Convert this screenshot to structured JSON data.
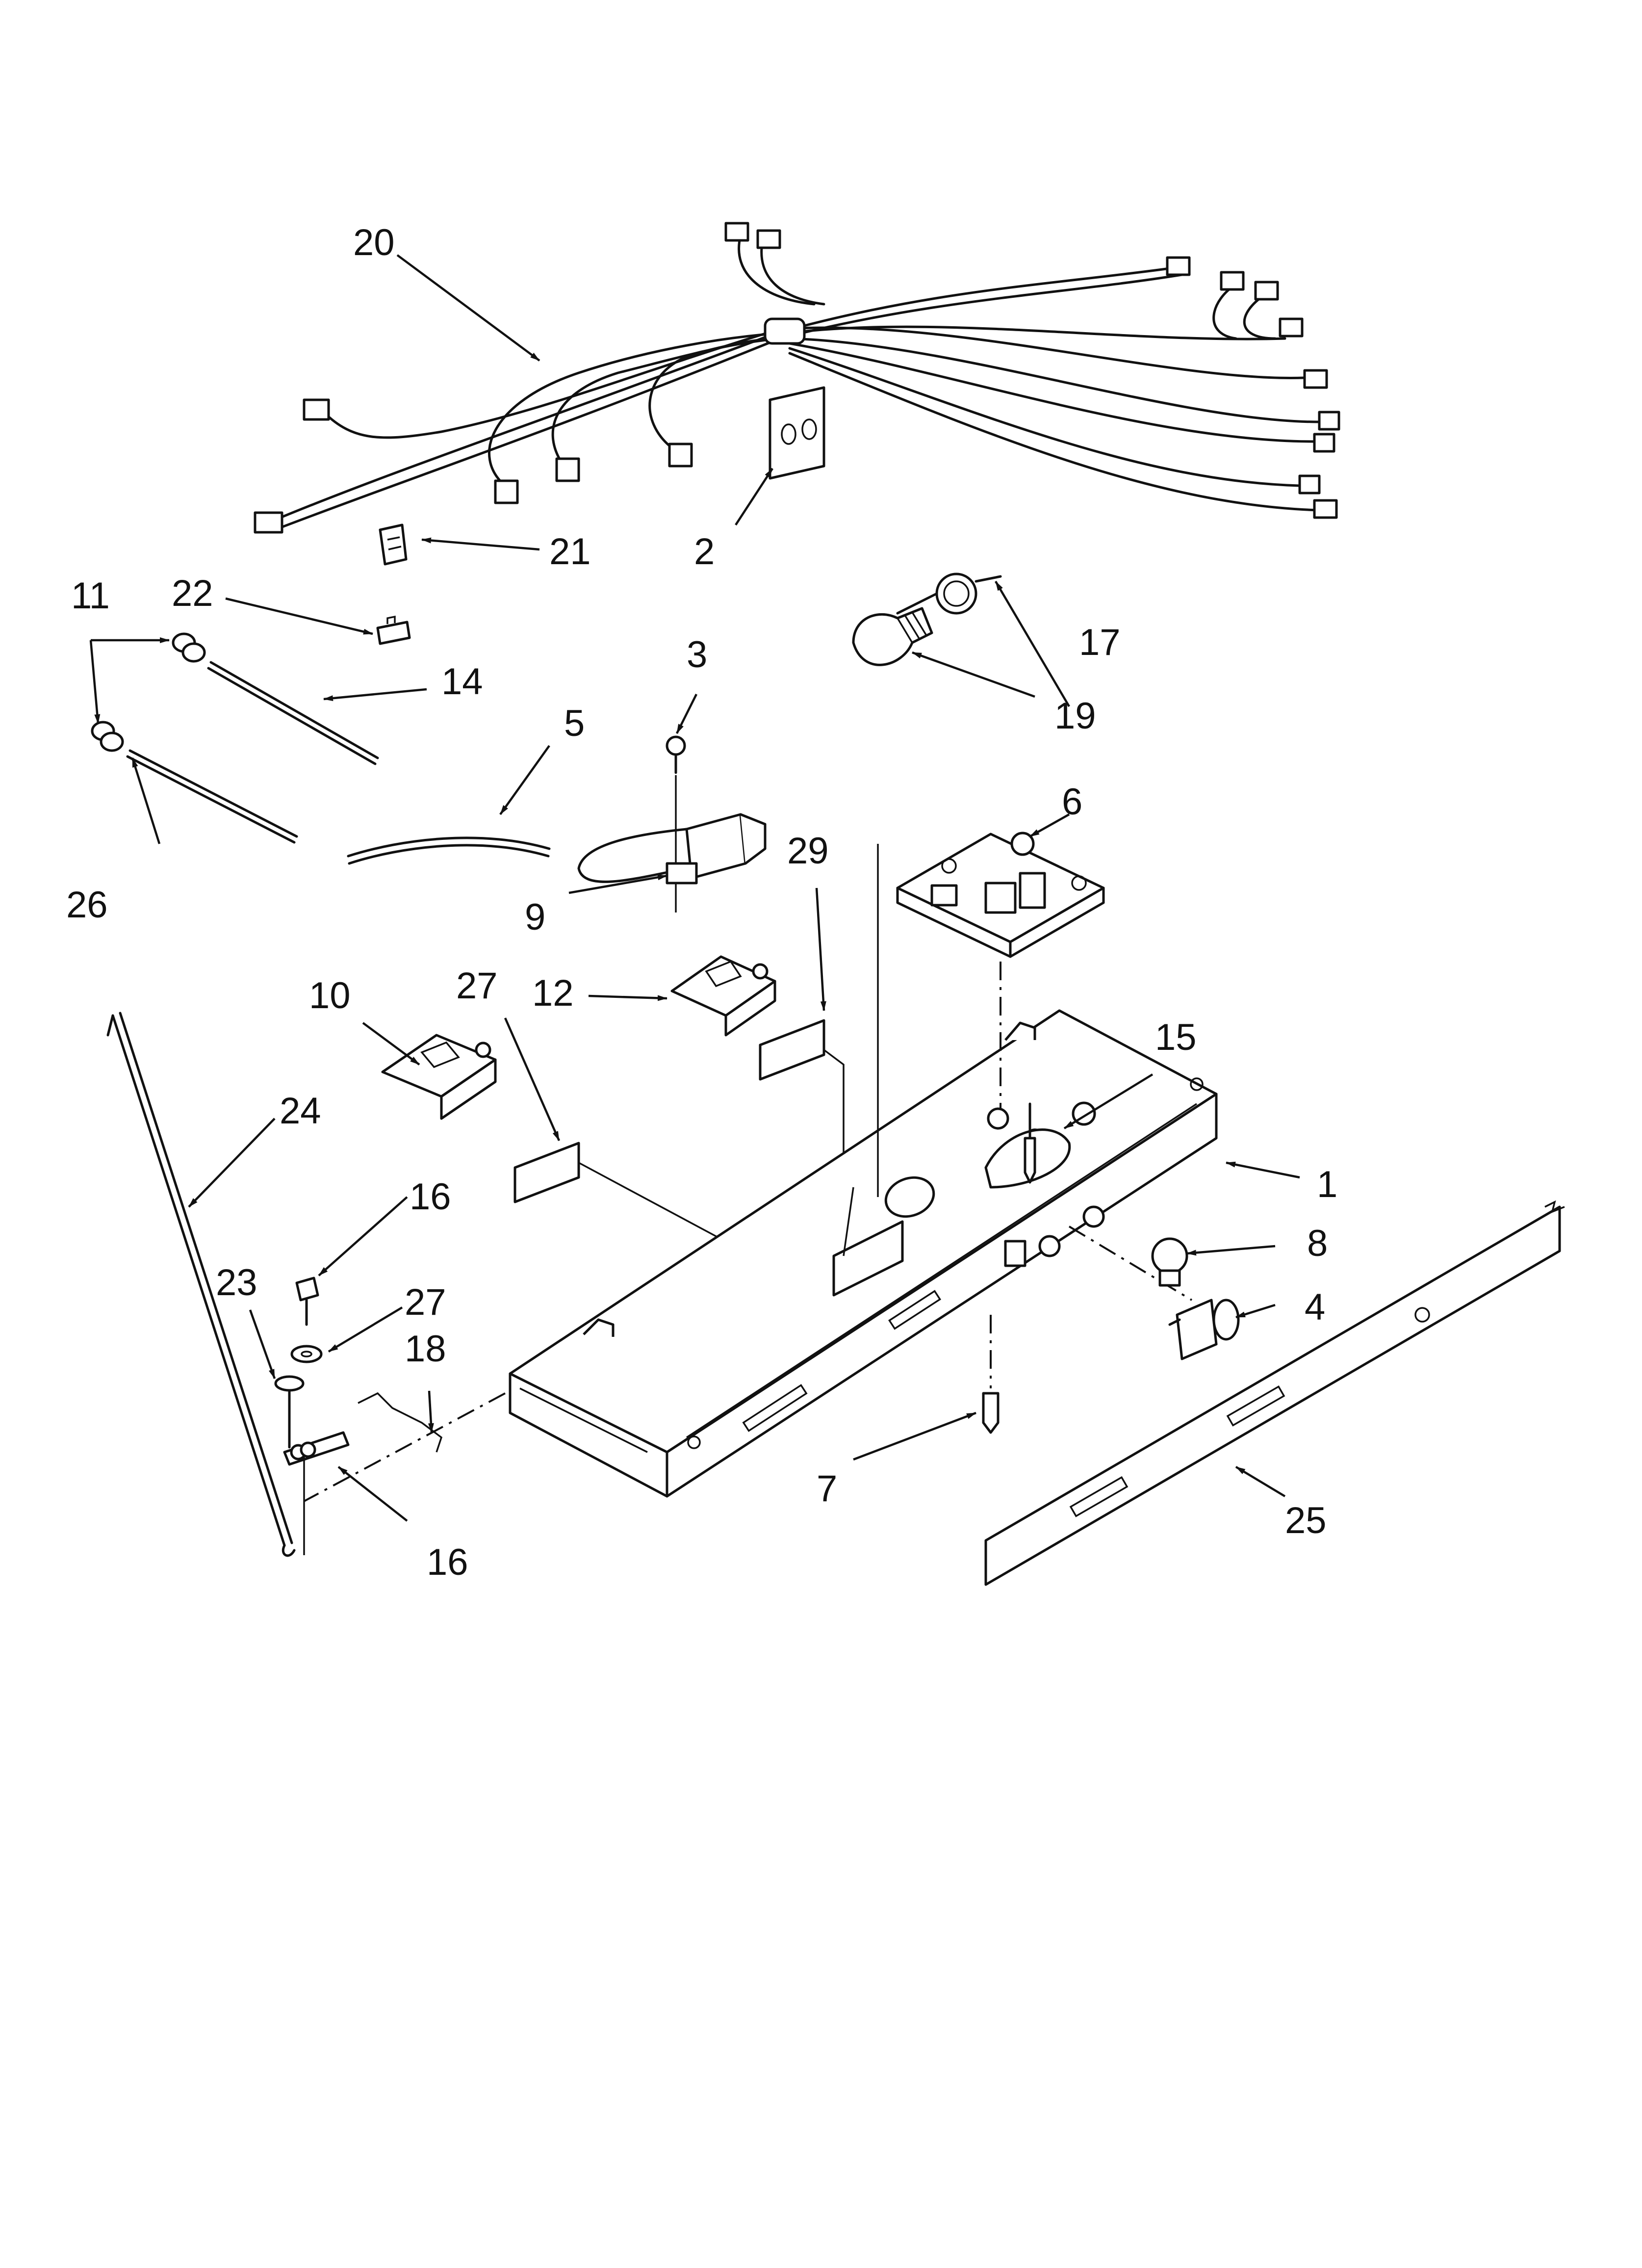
{
  "callouts": [
    {
      "id": "1",
      "label": "1"
    },
    {
      "id": "2",
      "label": "2"
    },
    {
      "id": "3",
      "label": "3"
    },
    {
      "id": "4",
      "label": "4"
    },
    {
      "id": "5",
      "label": "5"
    },
    {
      "id": "6",
      "label": "6"
    },
    {
      "id": "7",
      "label": "7"
    },
    {
      "id": "8",
      "label": "8"
    },
    {
      "id": "9",
      "label": "9"
    },
    {
      "id": "10",
      "label": "10"
    },
    {
      "id": "11",
      "label": "11"
    },
    {
      "id": "12",
      "label": "12"
    },
    {
      "id": "14",
      "label": "14"
    },
    {
      "id": "15",
      "label": "15"
    },
    {
      "id": "16a",
      "label": "16"
    },
    {
      "id": "16b",
      "label": "16"
    },
    {
      "id": "17",
      "label": "17"
    },
    {
      "id": "18",
      "label": "18"
    },
    {
      "id": "19",
      "label": "19"
    },
    {
      "id": "20",
      "label": "20"
    },
    {
      "id": "21",
      "label": "21"
    },
    {
      "id": "22",
      "label": "22"
    },
    {
      "id": "23",
      "label": "23"
    },
    {
      "id": "24",
      "label": "24"
    },
    {
      "id": "25",
      "label": "25"
    },
    {
      "id": "26",
      "label": "26"
    },
    {
      "id": "27a",
      "label": "27"
    },
    {
      "id": "27b",
      "label": "27"
    },
    {
      "id": "29",
      "label": "29"
    }
  ],
  "colors": {
    "line": "#111111",
    "background": "#ffffff"
  }
}
